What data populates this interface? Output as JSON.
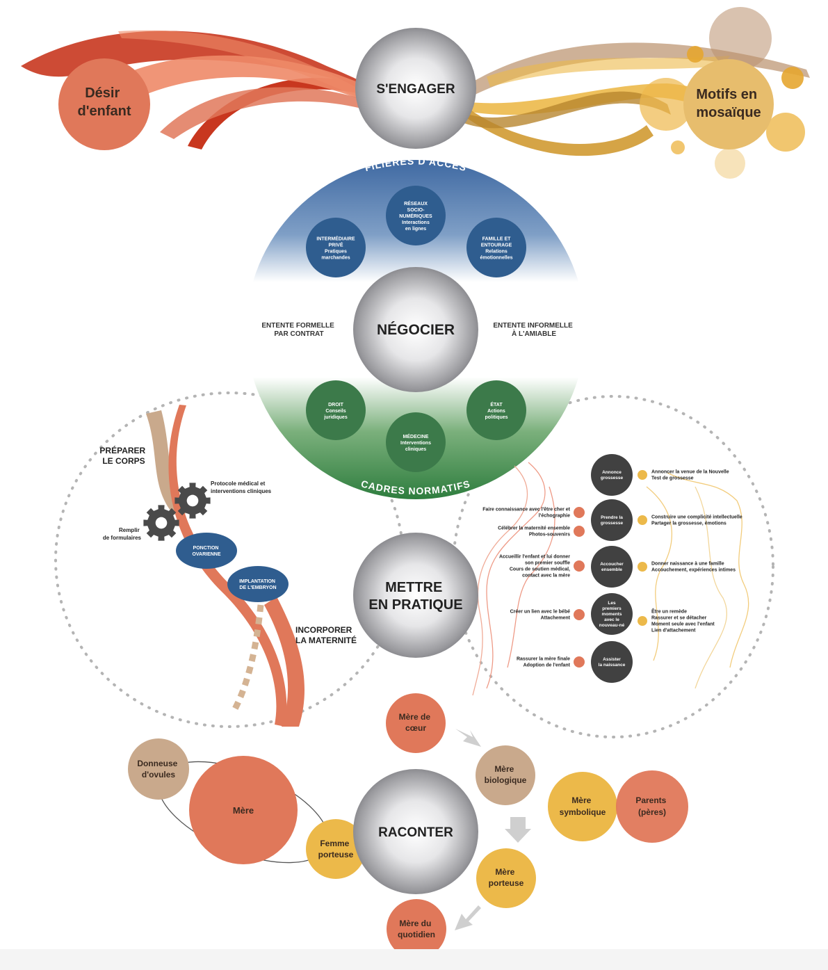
{
  "top": {
    "engage": "S'ENGAGER",
    "desire": [
      "Désir",
      "d'enfant"
    ],
    "motifs": [
      "Motifs en",
      "mosaïque"
    ]
  },
  "negotiate": {
    "center": "NÉGOCIER",
    "arc_top": "FILIÈRES D'ACCÈS",
    "arc_bottom": "CADRES NORMATIFS",
    "left": [
      "ENTENTE FORMELLE",
      "PAR CONTRAT"
    ],
    "right": [
      "ENTENTE INFORMELLE",
      "À L'AMIABLE"
    ],
    "access": [
      {
        "lines": [
          "RÉSEAUX",
          "SOCIO-",
          "NUMÉRIQUES",
          "Interactions",
          "en lignes"
        ]
      },
      {
        "lines": [
          "INTERMÉDIAIRE",
          "PRIVÉ",
          "Pratiques",
          "marchandes"
        ]
      },
      {
        "lines": [
          "FAMILLE ET",
          "ENTOURAGE",
          "Relations",
          "émotionnelles"
        ]
      }
    ],
    "norms": [
      {
        "lines": [
          "DROIT",
          "Conseils",
          "juridiques"
        ]
      },
      {
        "lines": [
          "MÉDECINE",
          "Interventions",
          "cliniques"
        ]
      },
      {
        "lines": [
          "ÉTAT",
          "Actions",
          "politiques"
        ]
      }
    ]
  },
  "practice": {
    "center": [
      "METTRE",
      "EN PRATIQUE"
    ],
    "prepare": [
      "PRÉPARER",
      "LE CORPS"
    ],
    "incorporate": [
      "INCORPORER",
      "LA MATERNITÉ"
    ],
    "protocol": [
      "Protocole médical et",
      "interventions cliniques"
    ],
    "forms": [
      "Remplir",
      "de formulaires"
    ],
    "ovarian": [
      "PONCTION",
      "OVARIENNE"
    ],
    "implant": [
      "IMPLANTATION",
      "DE L'EMBRYON"
    ],
    "dark_nodes": [
      {
        "lines": [
          "Annonce",
          "grossesse"
        ]
      },
      {
        "lines": [
          "Prendre la",
          "grossesse"
        ]
      },
      {
        "lines": [
          "Accoucher",
          "ensemble"
        ]
      },
      {
        "lines": [
          "Les",
          "premiers",
          "moments",
          "avec le",
          "nouveau-né"
        ]
      },
      {
        "lines": [
          "Assister",
          "la naissance"
        ]
      }
    ],
    "left_notes": [
      {
        "lines": [
          "Faire connaissance avec l'être cher et",
          "l'échographie"
        ]
      },
      {
        "lines": [
          "Célébrer la maternité ensemble",
          "Photos-souvenirs"
        ]
      },
      {
        "lines": [
          "Accueillir l'enfant et lui donner",
          "son premier souffle",
          "Cours de soutien médical,",
          "contact avec la mère"
        ]
      },
      {
        "lines": [
          "Créer un lien avec le bébé",
          "Attachement"
        ]
      },
      {
        "lines": [
          "Rassurer la mère finale",
          "Adoption de l'enfant"
        ]
      }
    ],
    "right_notes": [
      {
        "lines": [
          "Annoncer la venue de la Nouvelle",
          "Test de grossesse"
        ]
      },
      {
        "lines": [
          "Construire une complicité intellectuelle",
          "Partager la grossesse, émotions"
        ]
      },
      {
        "lines": [
          "Donner naissance à une famille",
          "Accouchement, expériences intimes"
        ]
      },
      {
        "lines": [
          "Être un remède",
          "Rassurer et se détacher",
          "Moment seule avec l'enfant",
          "Lien d'attachement"
        ]
      }
    ]
  },
  "narrate": {
    "center": "RACONTER",
    "donor": [
      "Donneuse",
      "d'ovules"
    ],
    "mother": [
      "Mère"
    ],
    "carrier_woman": [
      "Femme",
      "porteuse"
    ],
    "heart_mother": [
      "Mère de",
      "cœur"
    ],
    "bio_mother": [
      "Mère",
      "biologique"
    ],
    "carrier_mother": [
      "Mère",
      "porteuse"
    ],
    "daily_mother": [
      "Mère du",
      "quotidien"
    ],
    "symbolic_mother": [
      "Mère",
      "symbolique"
    ],
    "parents": [
      "Parents",
      "(pères)"
    ]
  },
  "colors": {
    "red_dark": "#c8371f",
    "orange": "#e0785a",
    "orange_light": "#ee8a68",
    "tan": "#c9a98c",
    "gold": "#ecb94a",
    "blue": "#2f5d8f",
    "green": "#3c7a4a",
    "dark": "#414141"
  }
}
